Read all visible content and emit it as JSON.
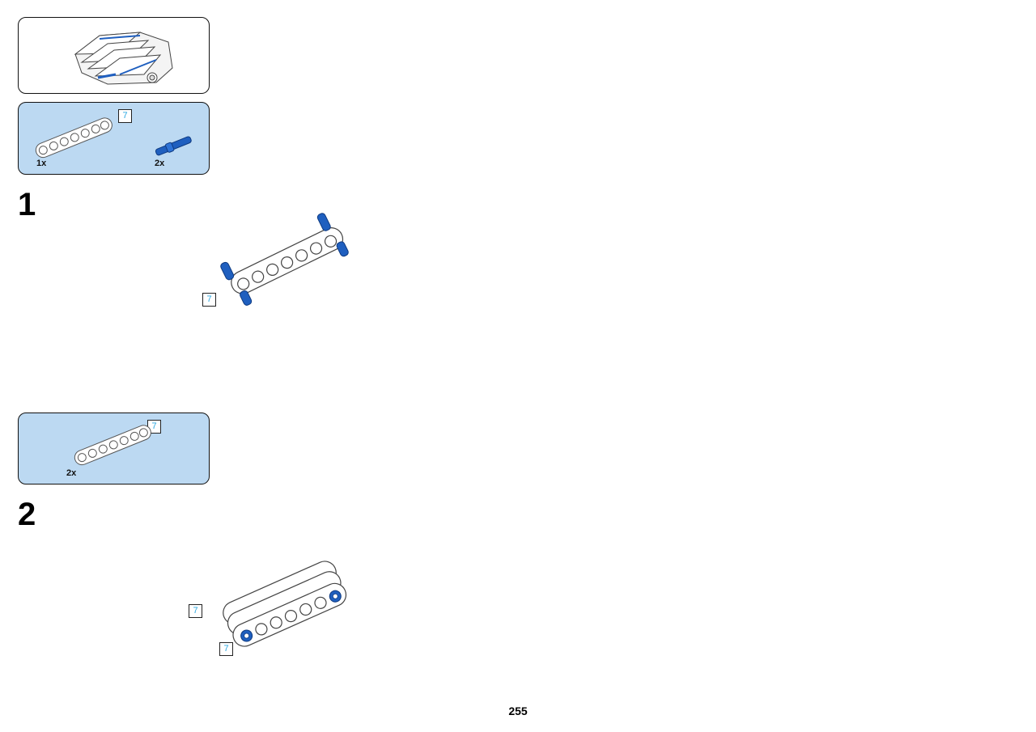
{
  "page_number": "255",
  "parts_list_1": {
    "length_tag": "7",
    "items": [
      {
        "quantity": "1x"
      },
      {
        "quantity": "2x"
      }
    ]
  },
  "step_1": {
    "number": "1",
    "length_tag": "7"
  },
  "parts_list_2": {
    "length_tag": "7",
    "items": [
      {
        "quantity": "2x"
      }
    ]
  },
  "step_2": {
    "number": "2",
    "length_tags": [
      "7",
      "7"
    ]
  },
  "colors": {
    "parts_background": "#bcd9f2",
    "pin_blue": "#1f5fbf",
    "length_tag_text": "#2aa7e0"
  }
}
